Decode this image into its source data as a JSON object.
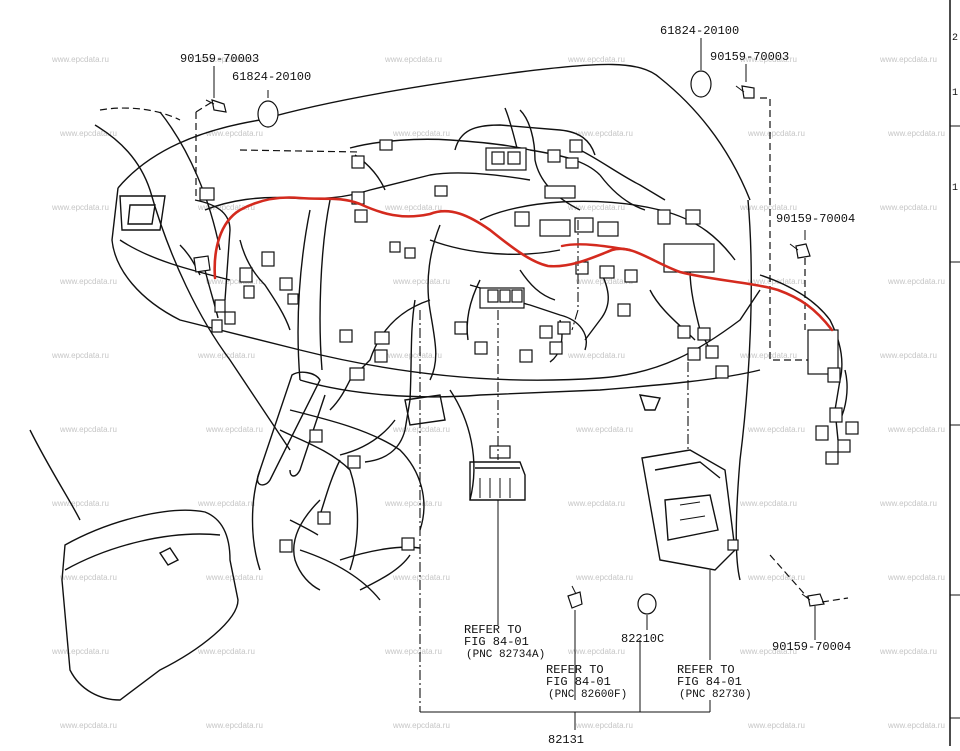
{
  "diagram": {
    "accent_color": "#d42a1e",
    "watermark_text": "www.epcdata.ru",
    "part_labels": {
      "clip_top_left": "90159-70003",
      "plug_top_left": "61824-20100",
      "plug_top_right": "61824-20100",
      "clip_top_right": "90159-70003",
      "clip_right_mid": "90159-70004",
      "clip_bottom_right": "90159-70004",
      "plug_bottom": "82210C",
      "main_harness": "82131"
    },
    "references": {
      "ref_a": {
        "line1": "REFER TO",
        "line2": "FIG 84-01",
        "line3": "(PNC 82734A)"
      },
      "ref_b": {
        "line1": "REFER TO",
        "line2": "FIG 84-01",
        "line3": "(PNC 82600F)"
      },
      "ref_c": {
        "line1": "REFER TO",
        "line2": "FIG 84-01",
        "line3": "(PNC 82730)"
      }
    },
    "edge_marks": [
      "2",
      "1",
      "1"
    ]
  }
}
